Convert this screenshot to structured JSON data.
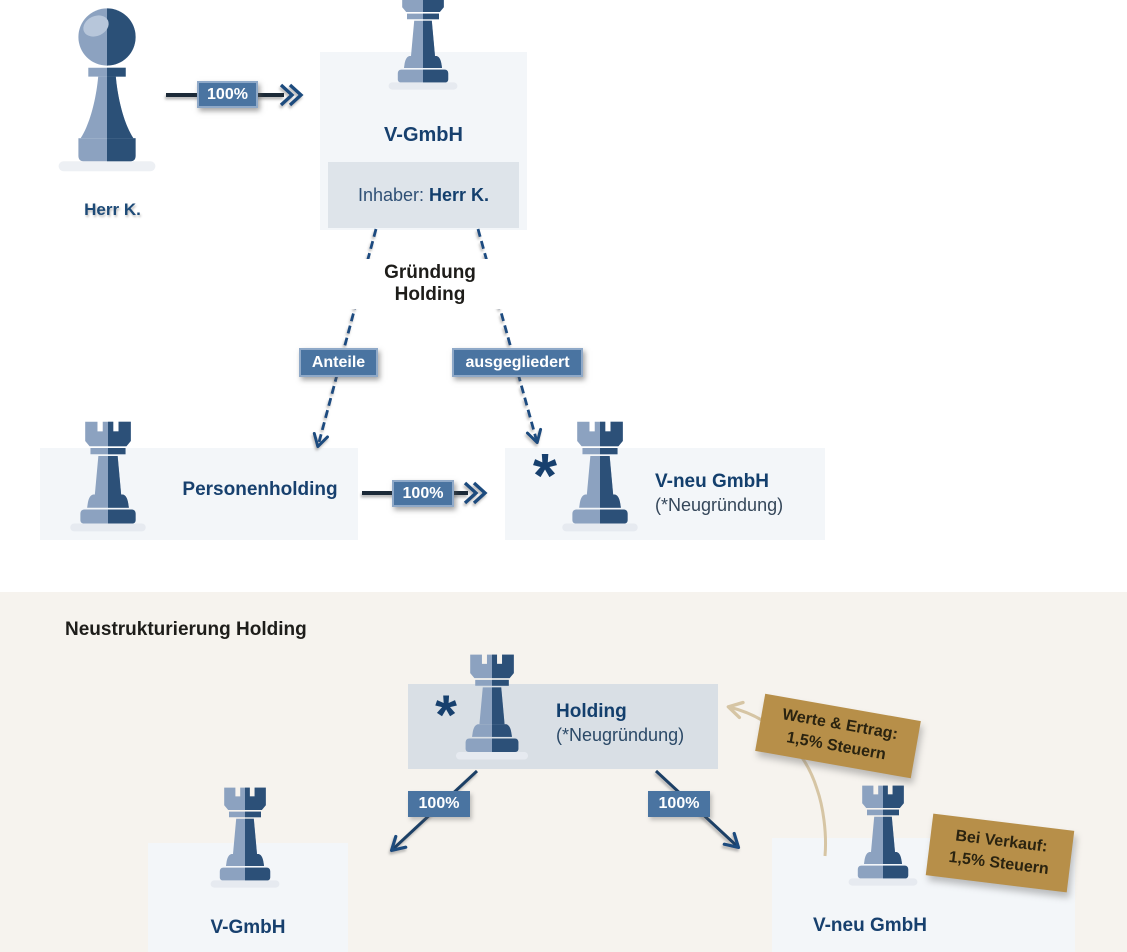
{
  "colors": {
    "navy_text": "#17406E",
    "steel_badge": "#4A74A1",
    "badge_border": "#8FA9C8",
    "tan_note": "#B78F49",
    "box_bg": "#F3F6F9",
    "inner_box_bg": "#DEE4EA",
    "holding_box_bg": "#D9DFE5",
    "bottom_section_bg": "#F6F3EE",
    "arrow_navy": "#1E4B7E",
    "tan_arrow": "#D6C5A4"
  },
  "top": {
    "owner_label": "Herr K.",
    "arrow1_label": "100%",
    "vgmbh": {
      "title": "V-GmbH",
      "inhaber_prefix": "Inhaber:",
      "inhaber_name": "Herr K."
    },
    "gruendung_heading": "Gründung Holding",
    "branch_left_label": "Anteile",
    "branch_right_label": "ausgegliedert",
    "personenholding_title": "Personenholding",
    "arrow2_label": "100%",
    "vneu": {
      "asterisk": "*",
      "title": "V-neu GmbH",
      "subtitle": "(*Neugründung)"
    }
  },
  "bottom": {
    "heading": "Neustrukturierung Holding",
    "holding": {
      "asterisk": "*",
      "title": "Holding",
      "subtitle": "(*Neugründung)"
    },
    "arrow_left_label": "100%",
    "arrow_right_label": "100%",
    "vgmbh_title": "V-GmbH",
    "vneu_title": "V-neu GmbH",
    "note_values": {
      "line1": "Werte & Ertrag:",
      "line2": "1,5% Steuern"
    },
    "note_sale": {
      "line1": "Bei Verkauf:",
      "line2": "1,5% Steuern"
    }
  }
}
